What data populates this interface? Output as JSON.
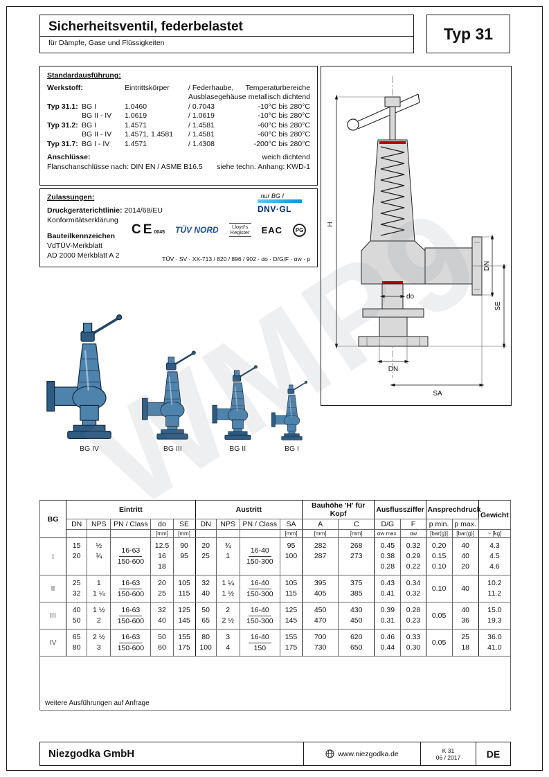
{
  "watermark": "WMP9",
  "header": {
    "title": "Sicherheitsventil, federbelastet",
    "subtitle": "für Dämpfe, Gase und Flüssigkeiten",
    "type_label": "Typ 31"
  },
  "spec": {
    "heading": "Standardausführung:",
    "werkstoff_label": "Werkstoff:",
    "col_eintritt": "Eintrittskörper",
    "col_federhaube_1": "/ Federhaube,",
    "col_federhaube_2": "Ausblasegehäuse",
    "col_temp_1": "Temperaturbereiche",
    "col_temp_2": "metallisch dichtend",
    "rows": [
      {
        "typ": "Typ 31.1:",
        "bg": "BG I",
        "mat1": "1.0460",
        "mat2": "/ 0.7043",
        "temp": "-10°C bis 280°C"
      },
      {
        "typ": "",
        "bg": "BG II - IV",
        "mat1": "1.0619",
        "mat2": "/ 1.0619",
        "temp": "-10°C bis 280°C"
      },
      {
        "typ": "Typ 31.2:",
        "bg": "BG I",
        "mat1": "1.4571",
        "mat2": "/ 1.4581",
        "temp": "-60°C bis 280°C"
      },
      {
        "typ": "",
        "bg": "BG II - IV",
        "mat1": "1.4571, 1.4581",
        "mat2": "/ 1.4581",
        "temp": "-60°C bis 280°C"
      },
      {
        "typ": "Typ 31.7:",
        "bg": "BG I - IV",
        "mat1": "1.4571",
        "mat2": "/ 1.4308",
        "temp": "-200°C bis 280°C"
      }
    ],
    "anschluesse_label": "Anschlüsse:",
    "anschluesse_value": "Flanschanschlüsse nach: DIN EN / ASME B16.5",
    "weich_1": "weich dichtend",
    "weich_2": "siehe techn. Anhang: KWD-1"
  },
  "zulassungen": {
    "heading": "Zulassungen:",
    "nur_bg": "nur BG I",
    "dnv_label": "DNV·GL",
    "richtlinie_label": "Druckgeräterichtlinie:",
    "richtlinie_value": "2014/68/EU",
    "konformitaet": "Konformitätserklärung",
    "ce_label": "CE",
    "ce_number": "0045",
    "tuev_nord": "TÜV NORD",
    "lloyds_1": "Lloyd's",
    "lloyds_2": "Register",
    "eac": "EAC",
    "pg": "PG",
    "bauteil_label": "Bauteilkennzeichen",
    "vdtuev": "VdTÜV-Merkblatt",
    "ad2000": "AD 2000 Merkblatt A 2",
    "tuev_code": "TÜV · SV · XX-713 / 820 / 896 / 902 · do · D/G/F · αw · p"
  },
  "drawing": {
    "dim_h": "H",
    "dim_do": "do",
    "dim_dn_right": "DN",
    "dim_se": "SE",
    "dim_dn_bottom": "DN",
    "dim_sa": "SA"
  },
  "valves": [
    {
      "label": "BG IV"
    },
    {
      "label": "BG III"
    },
    {
      "label": "BG II"
    },
    {
      "label": "BG I"
    }
  ],
  "table": {
    "headers": {
      "bg": "BG",
      "eintritt": "Eintritt",
      "austritt": "Austritt",
      "bauhoehe": "Bauhöhe 'H' für Kopf",
      "ausflussziffer": "Ausflussziffer",
      "ansprechdruck": "Ansprechdruck",
      "gewicht": "Gewicht",
      "dn": "DN",
      "nps": "NPS",
      "pn_class": "PN / Class",
      "do": "do",
      "se": "SE",
      "sa": "SA",
      "a": "A",
      "c": "C",
      "dg": "D/G",
      "f": "F",
      "p_min": "p min.",
      "p_max": "p max."
    },
    "units": {
      "mm": "[mm]",
      "aw_max": "αw max.",
      "aw": "αw",
      "bar": "[bar(g)]",
      "kg": "~ [kg]"
    },
    "groups": [
      {
        "bg": "I",
        "e_dn": [
          "15",
          "20"
        ],
        "e_nps": [
          "½",
          "¾"
        ],
        "e_pn": [
          "16-63",
          "150-600"
        ],
        "e_do": [
          "12.5",
          "16",
          "18"
        ],
        "e_se": [
          "90",
          "95"
        ],
        "a_dn": [
          "20",
          "25"
        ],
        "a_nps": [
          "¾",
          "1"
        ],
        "a_pn": [
          "16-40",
          "150-300"
        ],
        "a_sa": [
          "95",
          "100"
        ],
        "A": [
          "282",
          "287"
        ],
        "C": [
          "268",
          "273"
        ],
        "dg": [
          "0.45",
          "0.38",
          "0.28"
        ],
        "f": [
          "0.32",
          "0.29",
          "0.22"
        ],
        "p_min": [
          "0.20",
          "0.15",
          "0.10"
        ],
        "p_max": [
          "40",
          "40",
          "20"
        ],
        "kg": [
          "4.3",
          "4.5",
          "4.6"
        ]
      },
      {
        "bg": "II",
        "e_dn": [
          "25",
          "32"
        ],
        "e_nps": [
          "1",
          "1 ¼"
        ],
        "e_pn": [
          "16-63",
          "150-600"
        ],
        "e_do": [
          "20",
          "25"
        ],
        "e_se": [
          "105",
          "115"
        ],
        "a_dn": [
          "32",
          "40"
        ],
        "a_nps": [
          "1 ¼",
          "1 ½"
        ],
        "a_pn": [
          "16-40",
          "150-300"
        ],
        "a_sa": [
          "105",
          "115"
        ],
        "A": [
          "395",
          "405"
        ],
        "C": [
          "375",
          "385"
        ],
        "dg": [
          "0.43",
          "0.41"
        ],
        "f": [
          "0.34",
          "0.32"
        ],
        "p_min": [
          "0.10"
        ],
        "p_max": [
          "40"
        ],
        "kg": [
          "10.2",
          "11.2"
        ]
      },
      {
        "bg": "III",
        "e_dn": [
          "40",
          "50"
        ],
        "e_nps": [
          "1 ½",
          "2"
        ],
        "e_pn": [
          "16-63",
          "150-600"
        ],
        "e_do": [
          "32",
          "40"
        ],
        "e_se": [
          "125",
          "145"
        ],
        "a_dn": [
          "50",
          "65"
        ],
        "a_nps": [
          "2",
          "2 ½"
        ],
        "a_pn": [
          "16-40",
          "150-300"
        ],
        "a_sa": [
          "125",
          "145"
        ],
        "A": [
          "450",
          "470"
        ],
        "C": [
          "430",
          "450"
        ],
        "dg": [
          "0.39",
          "0.31"
        ],
        "f": [
          "0.28",
          "0.23"
        ],
        "p_min": [
          "0.05"
        ],
        "p_max": [
          "40",
          "36"
        ],
        "kg": [
          "15.0",
          "19.3"
        ]
      },
      {
        "bg": "IV",
        "e_dn": [
          "65",
          "80"
        ],
        "e_nps": [
          "2 ½",
          "3"
        ],
        "e_pn": [
          "16-63",
          "150-600"
        ],
        "e_do": [
          "50",
          "60"
        ],
        "e_se": [
          "155",
          "175"
        ],
        "a_dn": [
          "80",
          "100"
        ],
        "a_nps": [
          "3",
          "4"
        ],
        "a_pn": [
          "16-40",
          "150"
        ],
        "a_sa": [
          "155",
          "175"
        ],
        "A": [
          "700",
          "730"
        ],
        "C": [
          "620",
          "650"
        ],
        "dg": [
          "0.46",
          "0.44"
        ],
        "f": [
          "0.33",
          "0.30"
        ],
        "p_min": [
          "0.05"
        ],
        "p_max": [
          "25",
          "18"
        ],
        "kg": [
          "36.0",
          "41.0"
        ]
      }
    ],
    "footnote": "weitere Ausführungen auf Anfrage"
  },
  "footer": {
    "company": "Niezgodka GmbH",
    "website": "www.niezgodka.de",
    "doc_ref_1": "K 31",
    "doc_ref_2": "06 / 2017",
    "lang": "DE"
  },
  "colors": {
    "valve_blue": "#4e83ad",
    "dnv_teal": "#0098db",
    "tuev_blue": "#1a4ca1",
    "accent_red": "#b40000"
  }
}
